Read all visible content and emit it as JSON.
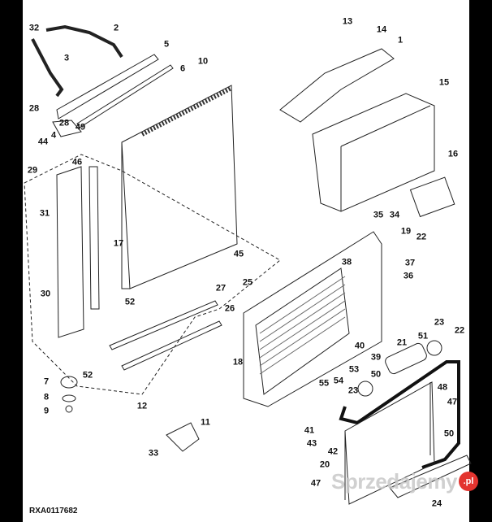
{
  "diagram": {
    "figure_code": "RXA0117682",
    "watermark": "Sprzedajemy",
    "watermark_badge": ".pl",
    "part_labels": [
      "32",
      "2",
      "3",
      "5",
      "28",
      "28",
      "6",
      "10",
      "4",
      "49",
      "13",
      "14",
      "1",
      "15",
      "44",
      "29",
      "46",
      "16",
      "31",
      "17",
      "35",
      "34",
      "19",
      "22",
      "45",
      "30",
      "38",
      "37",
      "36",
      "52",
      "27",
      "25",
      "26",
      "18",
      "23",
      "22",
      "51",
      "21",
      "40",
      "39",
      "52",
      "53",
      "55",
      "54",
      "50",
      "23",
      "48",
      "7",
      "8",
      "9",
      "12",
      "47",
      "11",
      "41",
      "50",
      "43",
      "42",
      "33",
      "20",
      "24",
      "47"
    ]
  }
}
